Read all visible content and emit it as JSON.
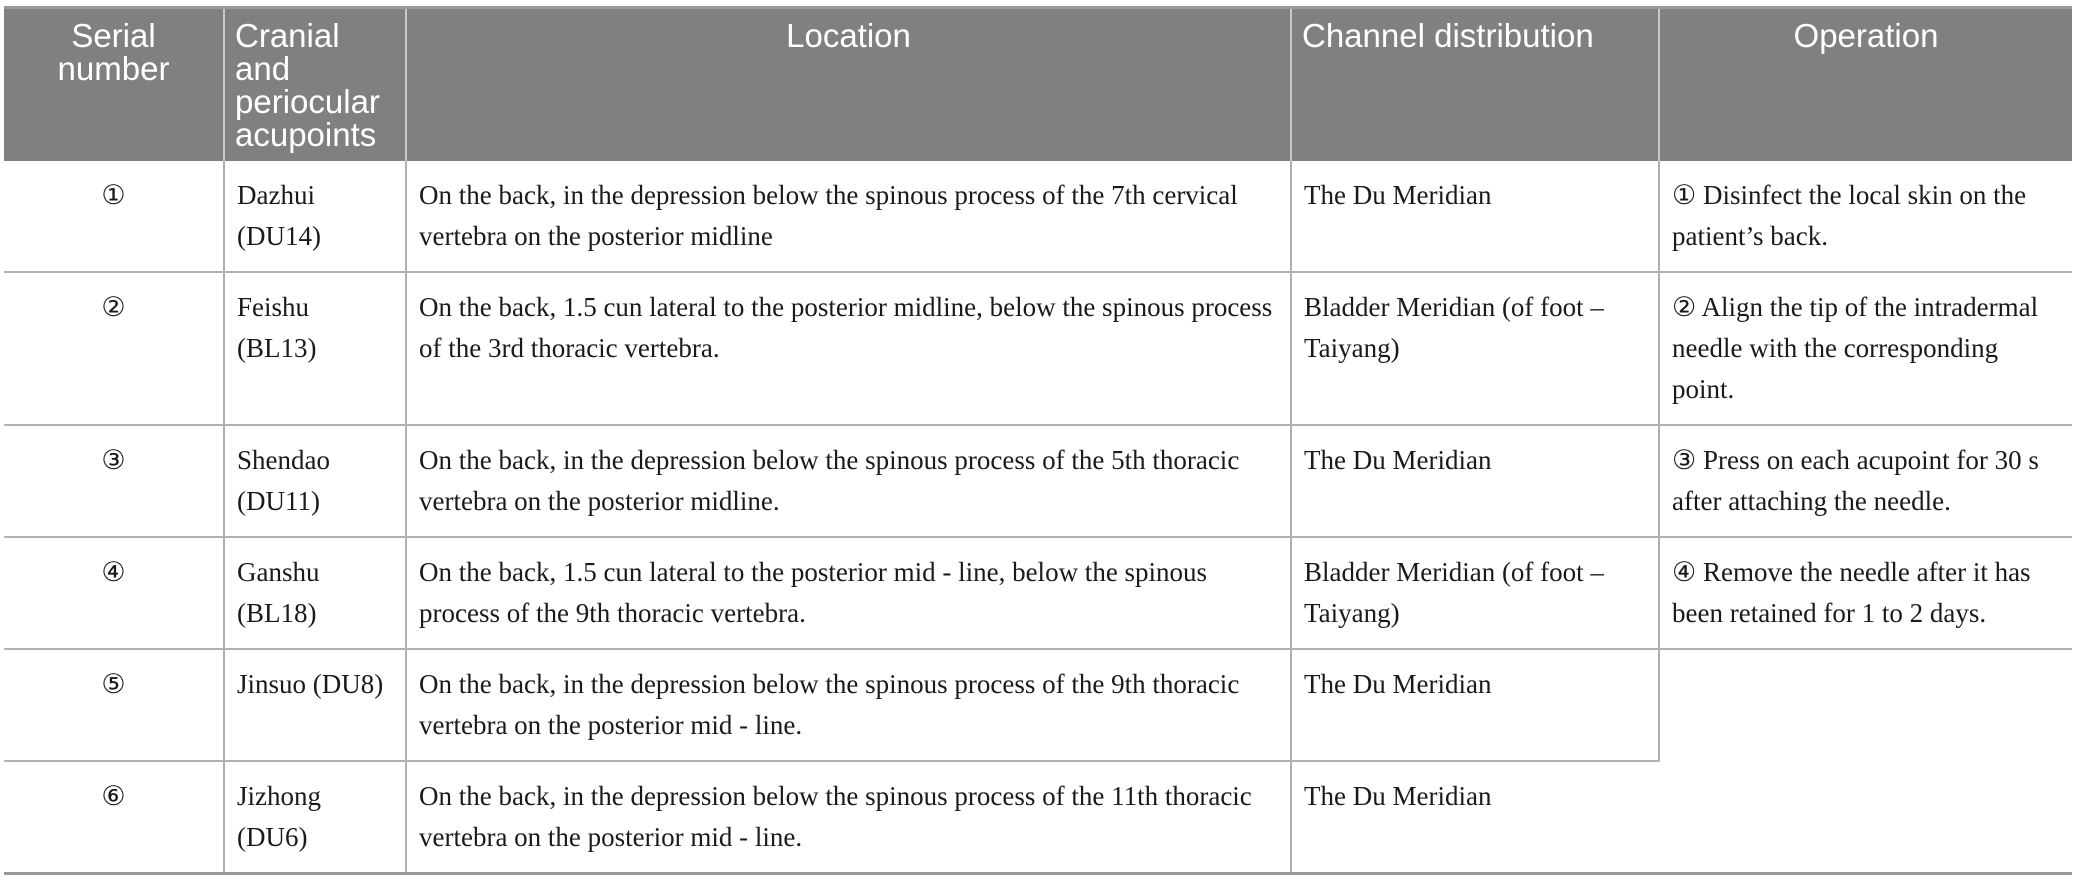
{
  "table": {
    "columns": [
      {
        "key": "serial",
        "label": "Serial\nnumber",
        "label_line1": "Serial",
        "label_line2": "number",
        "align": "center"
      },
      {
        "key": "acupoint",
        "label": "Cranial and periocular acupoints",
        "label_line1": "Cranial and",
        "label_line2": "periocular",
        "label_line3": "acupoints",
        "align": "left"
      },
      {
        "key": "location",
        "label": "Location",
        "align": "center"
      },
      {
        "key": "channel",
        "label": "Channel distribution",
        "align": "left"
      },
      {
        "key": "operation",
        "label": "Operation",
        "align": "center"
      }
    ],
    "header": {
      "col1_line1": "Serial",
      "col1_line2": "number",
      "col2_line1": "Cranial and",
      "col2_line2": "periocular",
      "col2_line3": "acupoints",
      "col3": "Location",
      "col4": "Channel distribution",
      "col5": "Operation"
    },
    "rows": [
      {
        "serial": "①",
        "acupoint": "Dazhui (DU14)",
        "location": "On the back, in the depression below the spinous process of the 7th cervical vertebra on the posterior midline",
        "channel": "The Du Meridian",
        "operation": "① Disinfect the local skin on the patient’s back."
      },
      {
        "serial": "②",
        "acupoint": "Feishu (BL13)",
        "location": "On the back, 1.5 cun lateral to the posterior midline, below the spinous process of the 3rd thoracic vertebra.",
        "channel": "Bladder Meridian (of foot – Taiyang)",
        "operation": "② Align the tip of the intradermal needle with the corresponding point."
      },
      {
        "serial": "③",
        "acupoint": "Shendao (DU11)",
        "location": "On the back, in the depression below the spinous process of the 5th thoracic vertebra on the posterior midline.",
        "channel": "The Du Meridian",
        "operation": "③ Press on each acupoint for 30 s after attaching the needle."
      },
      {
        "serial": "④",
        "acupoint": "Ganshu (BL18)",
        "location": "On the back, 1.5 cun lateral to the posterior mid - line, below the spinous process of the 9th thoracic vertebra.",
        "channel": "Bladder Meridian (of foot – Taiyang)",
        "operation": "④ Remove the needle after it has been retained for 1 to 2 days."
      },
      {
        "serial": "⑤",
        "acupoint": "Jinsuo (DU8)",
        "location": "On the back, in the depression below the spinous process of the 9th thoracic vertebra on the posterior mid - line.",
        "channel": "The Du Meridian",
        "operation": ""
      },
      {
        "serial": "⑥",
        "acupoint": "Jizhong (DU6)",
        "location": "On the back, in the depression below the spinous process of the 11th thoracic vertebra on the posterior mid - line.",
        "channel": "The Du Meridian",
        "operation": ""
      }
    ],
    "colors": {
      "header_background": "#808080",
      "header_text": "#ffffff",
      "body_text": "#1a1a1a",
      "border": "#b0b0b0",
      "outer_rule": "#9a9a9a",
      "page_background": "#ffffff"
    }
  }
}
